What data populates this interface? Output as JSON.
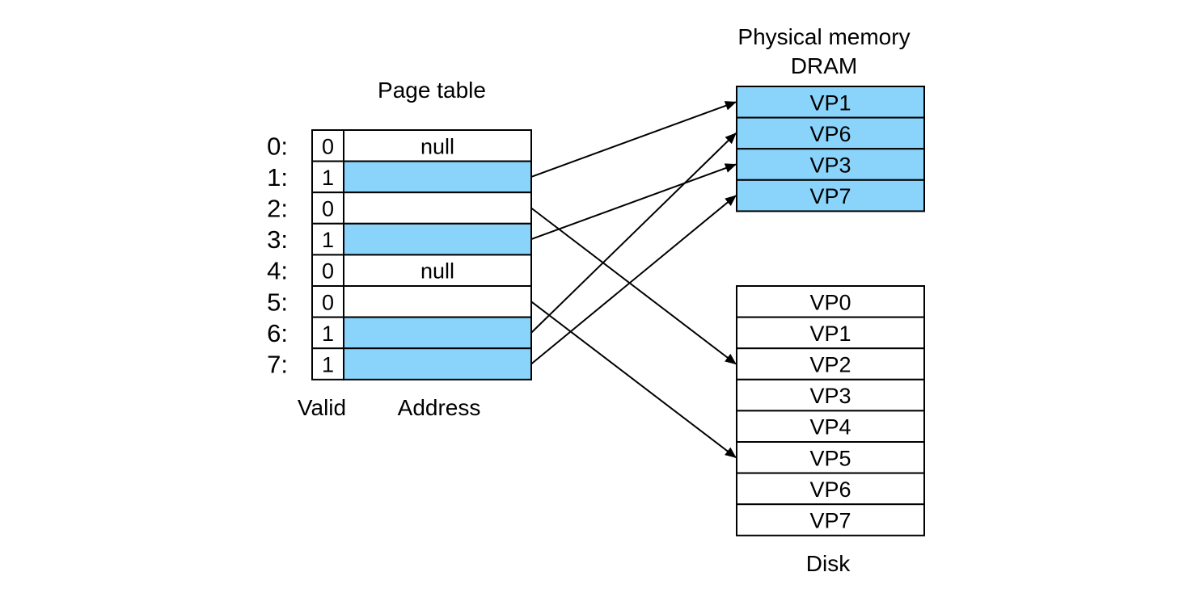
{
  "page_table": {
    "title": "Page table",
    "valid_header": "Valid",
    "address_header": "Address",
    "rows": [
      {
        "index": "0:",
        "valid": "0",
        "address": "null",
        "filled": false
      },
      {
        "index": "1:",
        "valid": "1",
        "address": "",
        "filled": true
      },
      {
        "index": "2:",
        "valid": "0",
        "address": "",
        "filled": false
      },
      {
        "index": "3:",
        "valid": "1",
        "address": "",
        "filled": true
      },
      {
        "index": "4:",
        "valid": "0",
        "address": "null",
        "filled": false
      },
      {
        "index": "5:",
        "valid": "0",
        "address": "",
        "filled": false
      },
      {
        "index": "6:",
        "valid": "1",
        "address": "",
        "filled": true
      },
      {
        "index": "7:",
        "valid": "1",
        "address": "",
        "filled": true
      }
    ]
  },
  "physical_memory": {
    "title_line1": "Physical memory",
    "title_line2": "DRAM",
    "pages": [
      "VP1",
      "VP6",
      "VP3",
      "VP7"
    ]
  },
  "disk": {
    "title": "Disk",
    "pages": [
      "VP0",
      "VP1",
      "VP2",
      "VP3",
      "VP4",
      "VP5",
      "VP6",
      "VP7"
    ]
  },
  "mappings": [
    {
      "from_row": 1,
      "to": "dram",
      "slot": 0
    },
    {
      "from_row": 3,
      "to": "dram",
      "slot": 2
    },
    {
      "from_row": 6,
      "to": "dram",
      "slot": 1
    },
    {
      "from_row": 7,
      "to": "dram",
      "slot": 3
    },
    {
      "from_row": 2,
      "to": "disk",
      "slot": 2
    },
    {
      "from_row": 5,
      "to": "disk",
      "slot": 5
    }
  ],
  "colors": {
    "resident_fill": "#8ad4fb",
    "empty_fill": "#ffffff",
    "stroke": "#000000"
  }
}
